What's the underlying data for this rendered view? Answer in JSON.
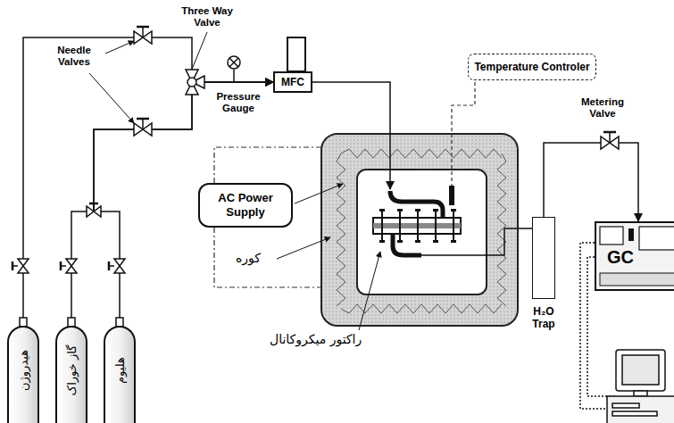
{
  "diagram": {
    "nodes": [
      {
        "text": [
          "MFC"
        ]
      },
      {
        "text": [
          "Temperature Controler"
        ]
      },
      {
        "text": [
          "AC Power Supply"
        ]
      },
      {
        "text": [
          "H₂O Trap"
        ]
      },
      {
        "text": [
          "GC"
        ]
      },
      {
        "text": [
          "هیدروژن"
        ]
      },
      {
        "text": [
          "گاز خوراک"
        ]
      },
      {
        "text": [
          "هلیوم"
        ]
      }
    ],
    "edges": [
      {
        "from": 5,
        "to": 0,
        "arrow": "to"
      },
      {
        "from": 6,
        "to": 0,
        "arrow": "to"
      },
      {
        "from": 7,
        "to": 0,
        "arrow": "to"
      },
      {
        "from": 3,
        "to": 4,
        "arrow": "to"
      }
    ],
    "labels": [
      "Three Way Valve",
      "Needle Valves",
      "Pressure Gauge",
      "Metering Valve",
      "کوره",
      "راکتور میکروکانال"
    ]
  }
}
